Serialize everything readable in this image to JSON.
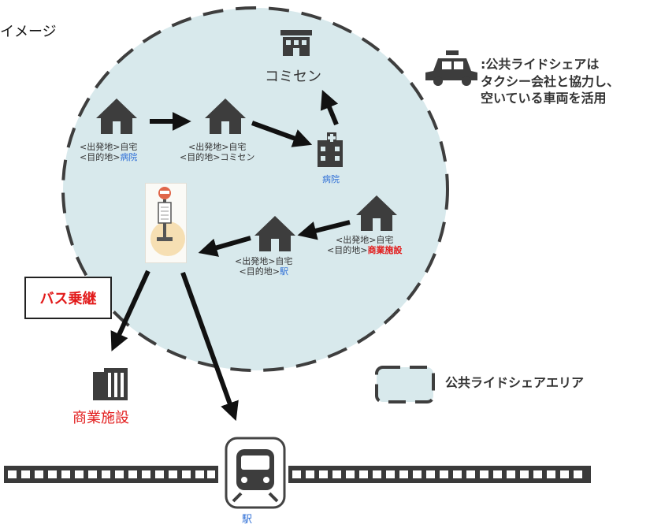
{
  "title_fragment": "イメージ",
  "community_center": "コミセン",
  "hospital": "病院",
  "trips": [
    {
      "origin": "<出発地>自宅",
      "dest_prefix": "<目的地>",
      "dest": "病院",
      "dest_color": "#2f6fd6"
    },
    {
      "origin": "<出発地>自宅",
      "dest_prefix": "<目的地>",
      "dest": "コミセン",
      "dest_color": "#333333"
    },
    {
      "origin": "<出発地>自宅",
      "dest_prefix": "<目的地>",
      "dest": "商業施設",
      "dest_color": "#e21b1b"
    },
    {
      "origin": "<出発地>自宅",
      "dest_prefix": "<目的地>",
      "dest": "駅",
      "dest_color": "#2f6fd6"
    }
  ],
  "legend": {
    "taxi_lines": [
      ":公共ライドシェアは",
      "タクシー会社と協力し、",
      "空いている車両を活用"
    ],
    "area": "公共ライドシェアエリア"
  },
  "bus_transfer": "バス乗継",
  "commercial_facility": "商業施設",
  "station": "駅",
  "colors": {
    "area_fill": "#d8e9ec",
    "area_stroke": "#3e3e3e",
    "icon": "#3d3d3d",
    "highlight_blue": "#2f6fd6",
    "highlight_red": "#e21b1b",
    "rail": "#3a3a3a"
  }
}
